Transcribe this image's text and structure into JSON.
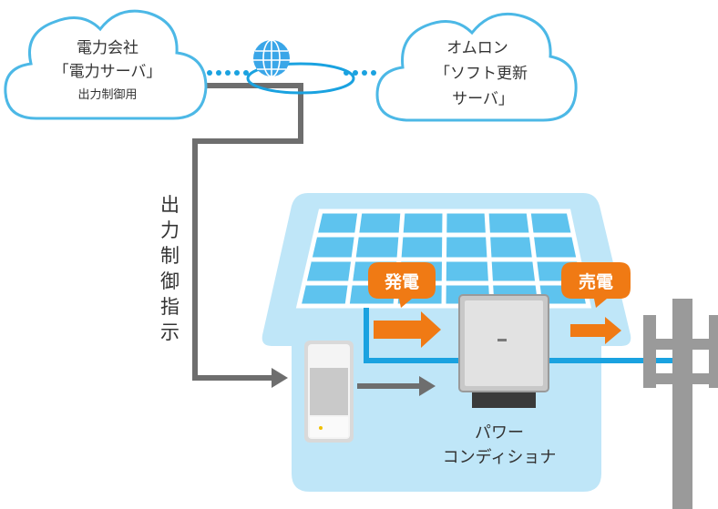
{
  "clouds": {
    "power_company": {
      "line1": "電力会社",
      "line2": "「電力サーバ」",
      "line3": "出力制御用"
    },
    "omron": {
      "line1": "オムロン",
      "line2": "「ソフト更新",
      "line3": "サーバ」"
    }
  },
  "labels": {
    "output_control_instruction": [
      "出",
      "力",
      "制",
      "御",
      "指",
      "示"
    ],
    "generation_badge": "発電",
    "selling_badge": "売電",
    "power_conditioner_line1": "パワー",
    "power_conditioner_line2": "コンディショナ"
  },
  "colors": {
    "cloud_stroke": "#4cb8e6",
    "house_fill": "#bfe6f8",
    "panel_fill": "#5ec3ee",
    "orange": "#f07a14",
    "gray_line": "#6e6e6e",
    "blue_line": "#1aa2e0",
    "dots": "#1aa2e0"
  }
}
